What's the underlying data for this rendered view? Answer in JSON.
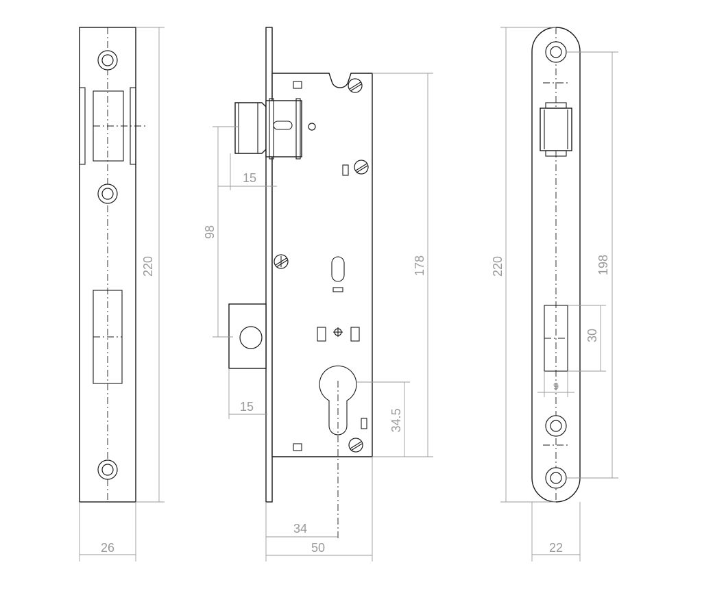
{
  "drawing": {
    "front_plate": {
      "height_label": "220",
      "width_label": "26"
    },
    "side_view": {
      "latch_offset_label": "15",
      "latch_to_bolt_label": "98",
      "bolt_offset_label": "15",
      "case_height_label": "178",
      "cylinder_height_label": "34.5",
      "backset_label": "34",
      "case_depth_label": "50"
    },
    "strike_plate": {
      "height_label": "220",
      "screw_span_label": "198",
      "bolt_height_label": "30",
      "bolt_width_label": "9",
      "width_label": "22"
    }
  }
}
